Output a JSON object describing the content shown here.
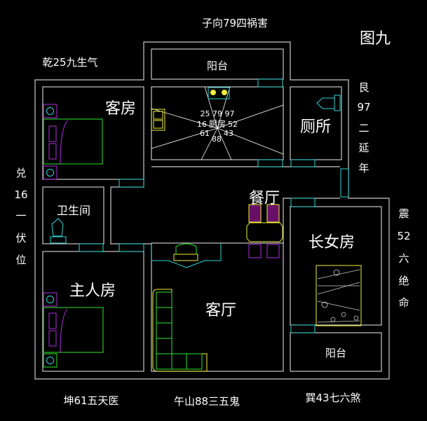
{
  "title": "图九",
  "directions": {
    "north": "子向79四祸害",
    "northwest": "乾25九生气",
    "northeast": [
      "艮",
      "97",
      "二",
      "延",
      "年"
    ],
    "west": [
      "兑",
      "16",
      "一",
      "伏",
      "位"
    ],
    "east": [
      "震",
      "52",
      "六",
      "绝",
      "命"
    ],
    "southwest": "坤61五天医",
    "south": "午山88三五鬼",
    "southeast": "巽43七六煞"
  },
  "rooms": {
    "balcony_top": "阳台",
    "guest_room": "客房",
    "toilet": "厕所",
    "dining": "餐厅",
    "bathroom": "卫生间",
    "daughter_room": "长女房",
    "master_room": "主人房",
    "living": "客厅",
    "balcony_bottom": "阳台",
    "kitchen": "厨房"
  },
  "kitchen_grid": {
    "row1": "25 79 97",
    "left": "16",
    "right": "52",
    "row3_left": "61",
    "row3_mid": "88",
    "row3_right": "43"
  },
  "colors": {
    "wall": "#c8c8c8",
    "window": "#2fd6d6",
    "furniture_green": "#2ee82e",
    "furniture_yellow": "#f0f03a",
    "furniture_purple": "#b02ee0"
  }
}
